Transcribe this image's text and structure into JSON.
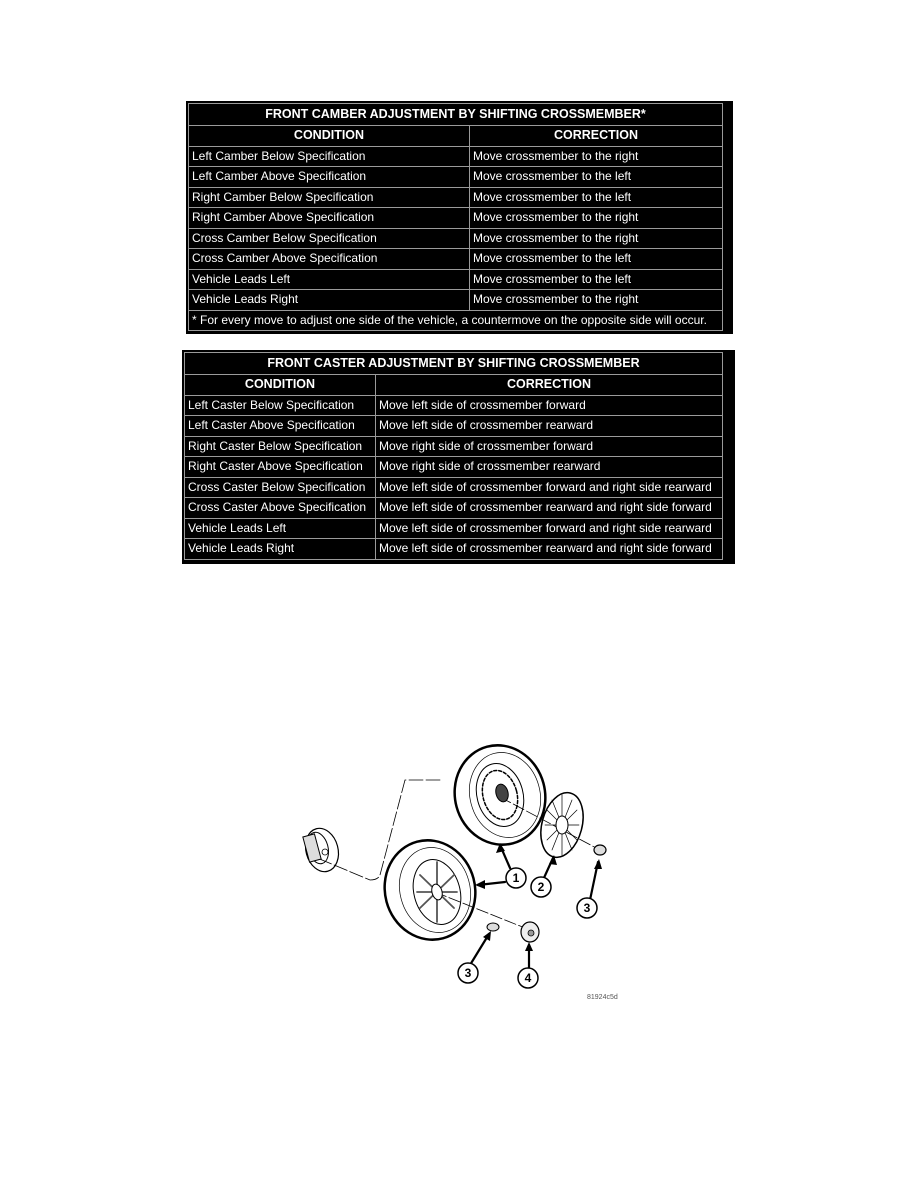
{
  "camber_table": {
    "title": "FRONT CAMBER ADJUSTMENT BY SHIFTING CROSSMEMBER*",
    "headers": {
      "condition": "CONDITION",
      "correction": "CORRECTION"
    },
    "rows": [
      {
        "condition": "Left Camber Below Specification",
        "correction": "Move crossmember to the right"
      },
      {
        "condition": "Left Camber Above Specification",
        "correction": "Move crossmember to the left"
      },
      {
        "condition": "Right Camber Below Specification",
        "correction": "Move crossmember to the left"
      },
      {
        "condition": "Right Camber Above Specification",
        "correction": "Move crossmember to the right"
      },
      {
        "condition": "Cross Camber Below Specification",
        "correction": "Move crossmember to the right"
      },
      {
        "condition": "Cross Camber Above Specification",
        "correction": "Move crossmember to the left"
      },
      {
        "condition": "Vehicle Leads Left",
        "correction": "Move crossmember to the left"
      },
      {
        "condition": "Vehicle Leads Right",
        "correction": "Move crossmember to the right"
      }
    ],
    "footnote": "* For every move to adjust one side of the vehicle, a countermove on the opposite side will occur."
  },
  "caster_table": {
    "title": "FRONT CASTER ADJUSTMENT BY SHIFTING CROSSMEMBER",
    "headers": {
      "condition": "CONDITION",
      "correction": "CORRECTION"
    },
    "rows": [
      {
        "condition": "Left Caster Below Specification",
        "correction": "Move left side of crossmember forward"
      },
      {
        "condition": "Left Caster Above Specification",
        "correction": "Move left side of crossmember rearward"
      },
      {
        "condition": "Right Caster Below Specification",
        "correction": "Move right side of crossmember forward"
      },
      {
        "condition": "Right Caster Above Specification",
        "correction": "Move right side of crossmember rearward"
      },
      {
        "condition": "Cross Caster Below Specification",
        "correction": "Move left side of crossmember forward and right side rearward"
      },
      {
        "condition": "Cross Caster Above Specification",
        "correction": "Move left side of crossmember rearward and right side forward"
      },
      {
        "condition": "Vehicle Leads Left",
        "correction": "Move left side of crossmember forward and right side rearward"
      },
      {
        "condition": "Vehicle Leads Right",
        "correction": "Move left side of crossmember rearward and right side forward"
      }
    ]
  },
  "diagram": {
    "callouts": [
      "1",
      "2",
      "3",
      "3",
      "4"
    ],
    "figure_id": "81924c5d"
  }
}
